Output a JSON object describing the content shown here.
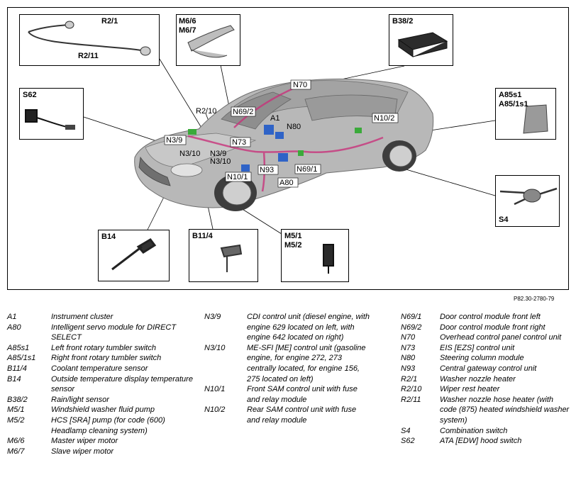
{
  "figure_ref": "P82.30-2780-79",
  "boxes": {
    "r2": [
      "R2/1",
      "R2/11"
    ],
    "m6": [
      "M6/6",
      "M6/7"
    ],
    "b38": [
      "B38/2"
    ],
    "s62": [
      "S62"
    ],
    "a85": [
      "A85s1",
      "A85/1s1"
    ],
    "s4": [
      "S4"
    ],
    "b14": [
      "B14"
    ],
    "b11": [
      "B11/4"
    ],
    "m5": [
      "M5/1",
      "M5/2"
    ]
  },
  "callouts": {
    "n70": "N70",
    "r2_10": "R2/10",
    "n69_2": "N69/2",
    "a1": "A1",
    "n80": "N80",
    "n10_2": "N10/2",
    "n3_9a": "N3/9",
    "n73": "N73",
    "n3_10a": "N3/10",
    "n3_9b": "N3/9",
    "n3_10b": "N3/10",
    "n93": "N93",
    "n69_1": "N69/1",
    "n10_1": "N10/1",
    "a80": "A80"
  },
  "legend": {
    "col1": [
      {
        "code": "A1",
        "desc": "Instrument cluster"
      },
      {
        "code": "A80",
        "desc": "Intelligent servo module for DIRECT SELECT"
      },
      {
        "code": "A85s1",
        "desc": "Left front rotary tumbler switch"
      },
      {
        "code": "A85/1s1",
        "desc": "Right front rotary tumbler switch"
      },
      {
        "code": "B11/4",
        "desc": "Coolant temperature sensor"
      },
      {
        "code": "B14",
        "desc": "Outside temperature display temperature sensor"
      },
      {
        "code": "B38/2",
        "desc": "Rain/light sensor"
      },
      {
        "code": "M5/1",
        "desc": "Windshield washer fluid pump"
      },
      {
        "code": "M5/2",
        "desc": "HCS [SRA] pump (for code (600) Headlamp cleaning system)"
      },
      {
        "code": "M6/6",
        "desc": "Master wiper motor"
      },
      {
        "code": "M6/7",
        "desc": "Slave wiper motor"
      }
    ],
    "col2": [
      {
        "code": "N3/9",
        "desc": "CDI control unit (diesel engine, with engine 629 located on left, with engine 642 located on right)"
      },
      {
        "code": "N3/10",
        "desc": "ME-SFI [ME] control unit (gasoline engine, for engine 272, 273 centrally located, for engine 156, 275 located on left)"
      },
      {
        "code": "N10/1",
        "desc": "Front SAM control unit with fuse and relay module"
      },
      {
        "code": "N10/2",
        "desc": "Rear SAM control unit with fuse and relay module"
      }
    ],
    "col3": [
      {
        "code": "N69/1",
        "desc": "Door control module front left"
      },
      {
        "code": "N69/2",
        "desc": "Door control module front right"
      },
      {
        "code": "N70",
        "desc": "Overhead control panel control unit"
      },
      {
        "code": "N73",
        "desc": "EIS [EZS] control unit"
      },
      {
        "code": "N80",
        "desc": "Steering column module"
      },
      {
        "code": "N93",
        "desc": "Central gateway control unit"
      },
      {
        "code": "R2/1",
        "desc": "Washer nozzle heater"
      },
      {
        "code": "R2/10",
        "desc": "Wiper rest heater"
      },
      {
        "code": "R2/11",
        "desc": "Washer nozzle hose heater (with code (875) heated windshield washer system)"
      },
      {
        "code": "S4",
        "desc": "Combination switch"
      },
      {
        "code": "S62",
        "desc": "ATA [EDW] hood switch"
      }
    ]
  }
}
